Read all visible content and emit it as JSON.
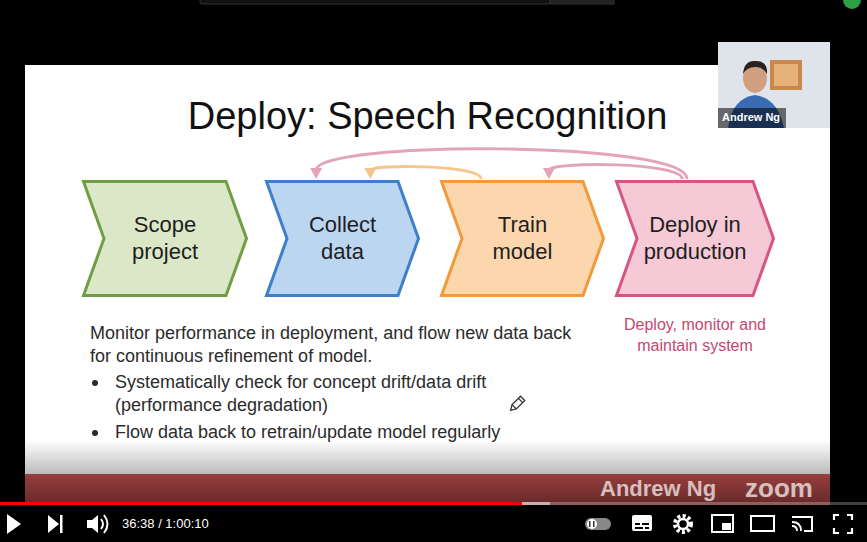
{
  "diagram": {
    "title": "Deploy: Speech Recognition",
    "nodes": [
      {
        "text": [
          "Scope project"
        ]
      },
      {
        "text": [
          "Collect data"
        ]
      },
      {
        "text": [
          "Train model"
        ]
      },
      {
        "text": [
          "Deploy in production",
          "Deploy, monitor and maintain system"
        ]
      }
    ],
    "edges": [
      {
        "from": 3,
        "to": 1,
        "arrow": "to"
      },
      {
        "from": 2,
        "to": 1,
        "arrow": "to"
      },
      {
        "from": 3,
        "to": 2,
        "arrow": "to"
      }
    ],
    "labels": [
      "Monitor performance in deployment, and flow new data back for continuous refinement of model.",
      "Systematically check for concept drift/data drift (performance degradation)",
      "Flow data back to retrain/update model regularly",
      "Andrew Ng",
      "Andrew Ng",
      "zoom",
      "36:38 / 1:00:10"
    ]
  }
}
